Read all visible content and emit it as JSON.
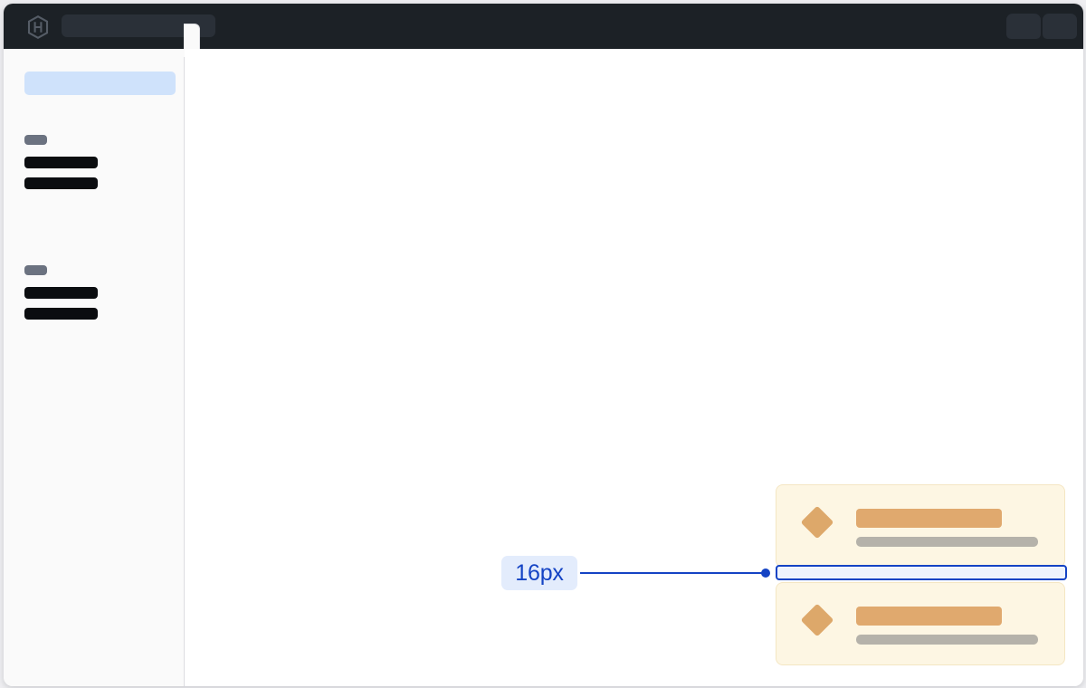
{
  "window": {
    "background_color": "#eeeef1",
    "surface_color": "#ffffff"
  },
  "top_bar": {
    "background_color": "#1c2126",
    "logo_name": "hashicorp-hexagon-logo",
    "search": {
      "value": "",
      "placeholder": ""
    },
    "right_pills": [
      {
        "name": "top-bar-pill-1"
      },
      {
        "name": "top-bar-pill-2"
      }
    ]
  },
  "sidebar": {
    "background_color": "#fafafa",
    "active_item": {
      "label": "",
      "highlight_color": "#cfe2fb"
    },
    "groups": [
      {
        "label": "",
        "items": [
          {
            "label": ""
          },
          {
            "label": ""
          }
        ]
      },
      {
        "label": "",
        "items": [
          {
            "label": ""
          },
          {
            "label": ""
          }
        ]
      }
    ],
    "collapse_tab": {
      "label": ""
    }
  },
  "main": {
    "cards": [
      {
        "icon": "diamond-icon",
        "icon_color": "#dda86a",
        "title": "",
        "subtitle": "",
        "background_color": "#fdf6e3"
      },
      {
        "icon": "diamond-icon",
        "icon_color": "#dda86a",
        "title": "",
        "subtitle": "",
        "background_color": "#fdf6e3"
      }
    ],
    "measurement": {
      "value": "16px",
      "accent_color": "#1443c4",
      "chip_background": "#e3ecfc",
      "box_fill": "#eef3fd"
    }
  }
}
